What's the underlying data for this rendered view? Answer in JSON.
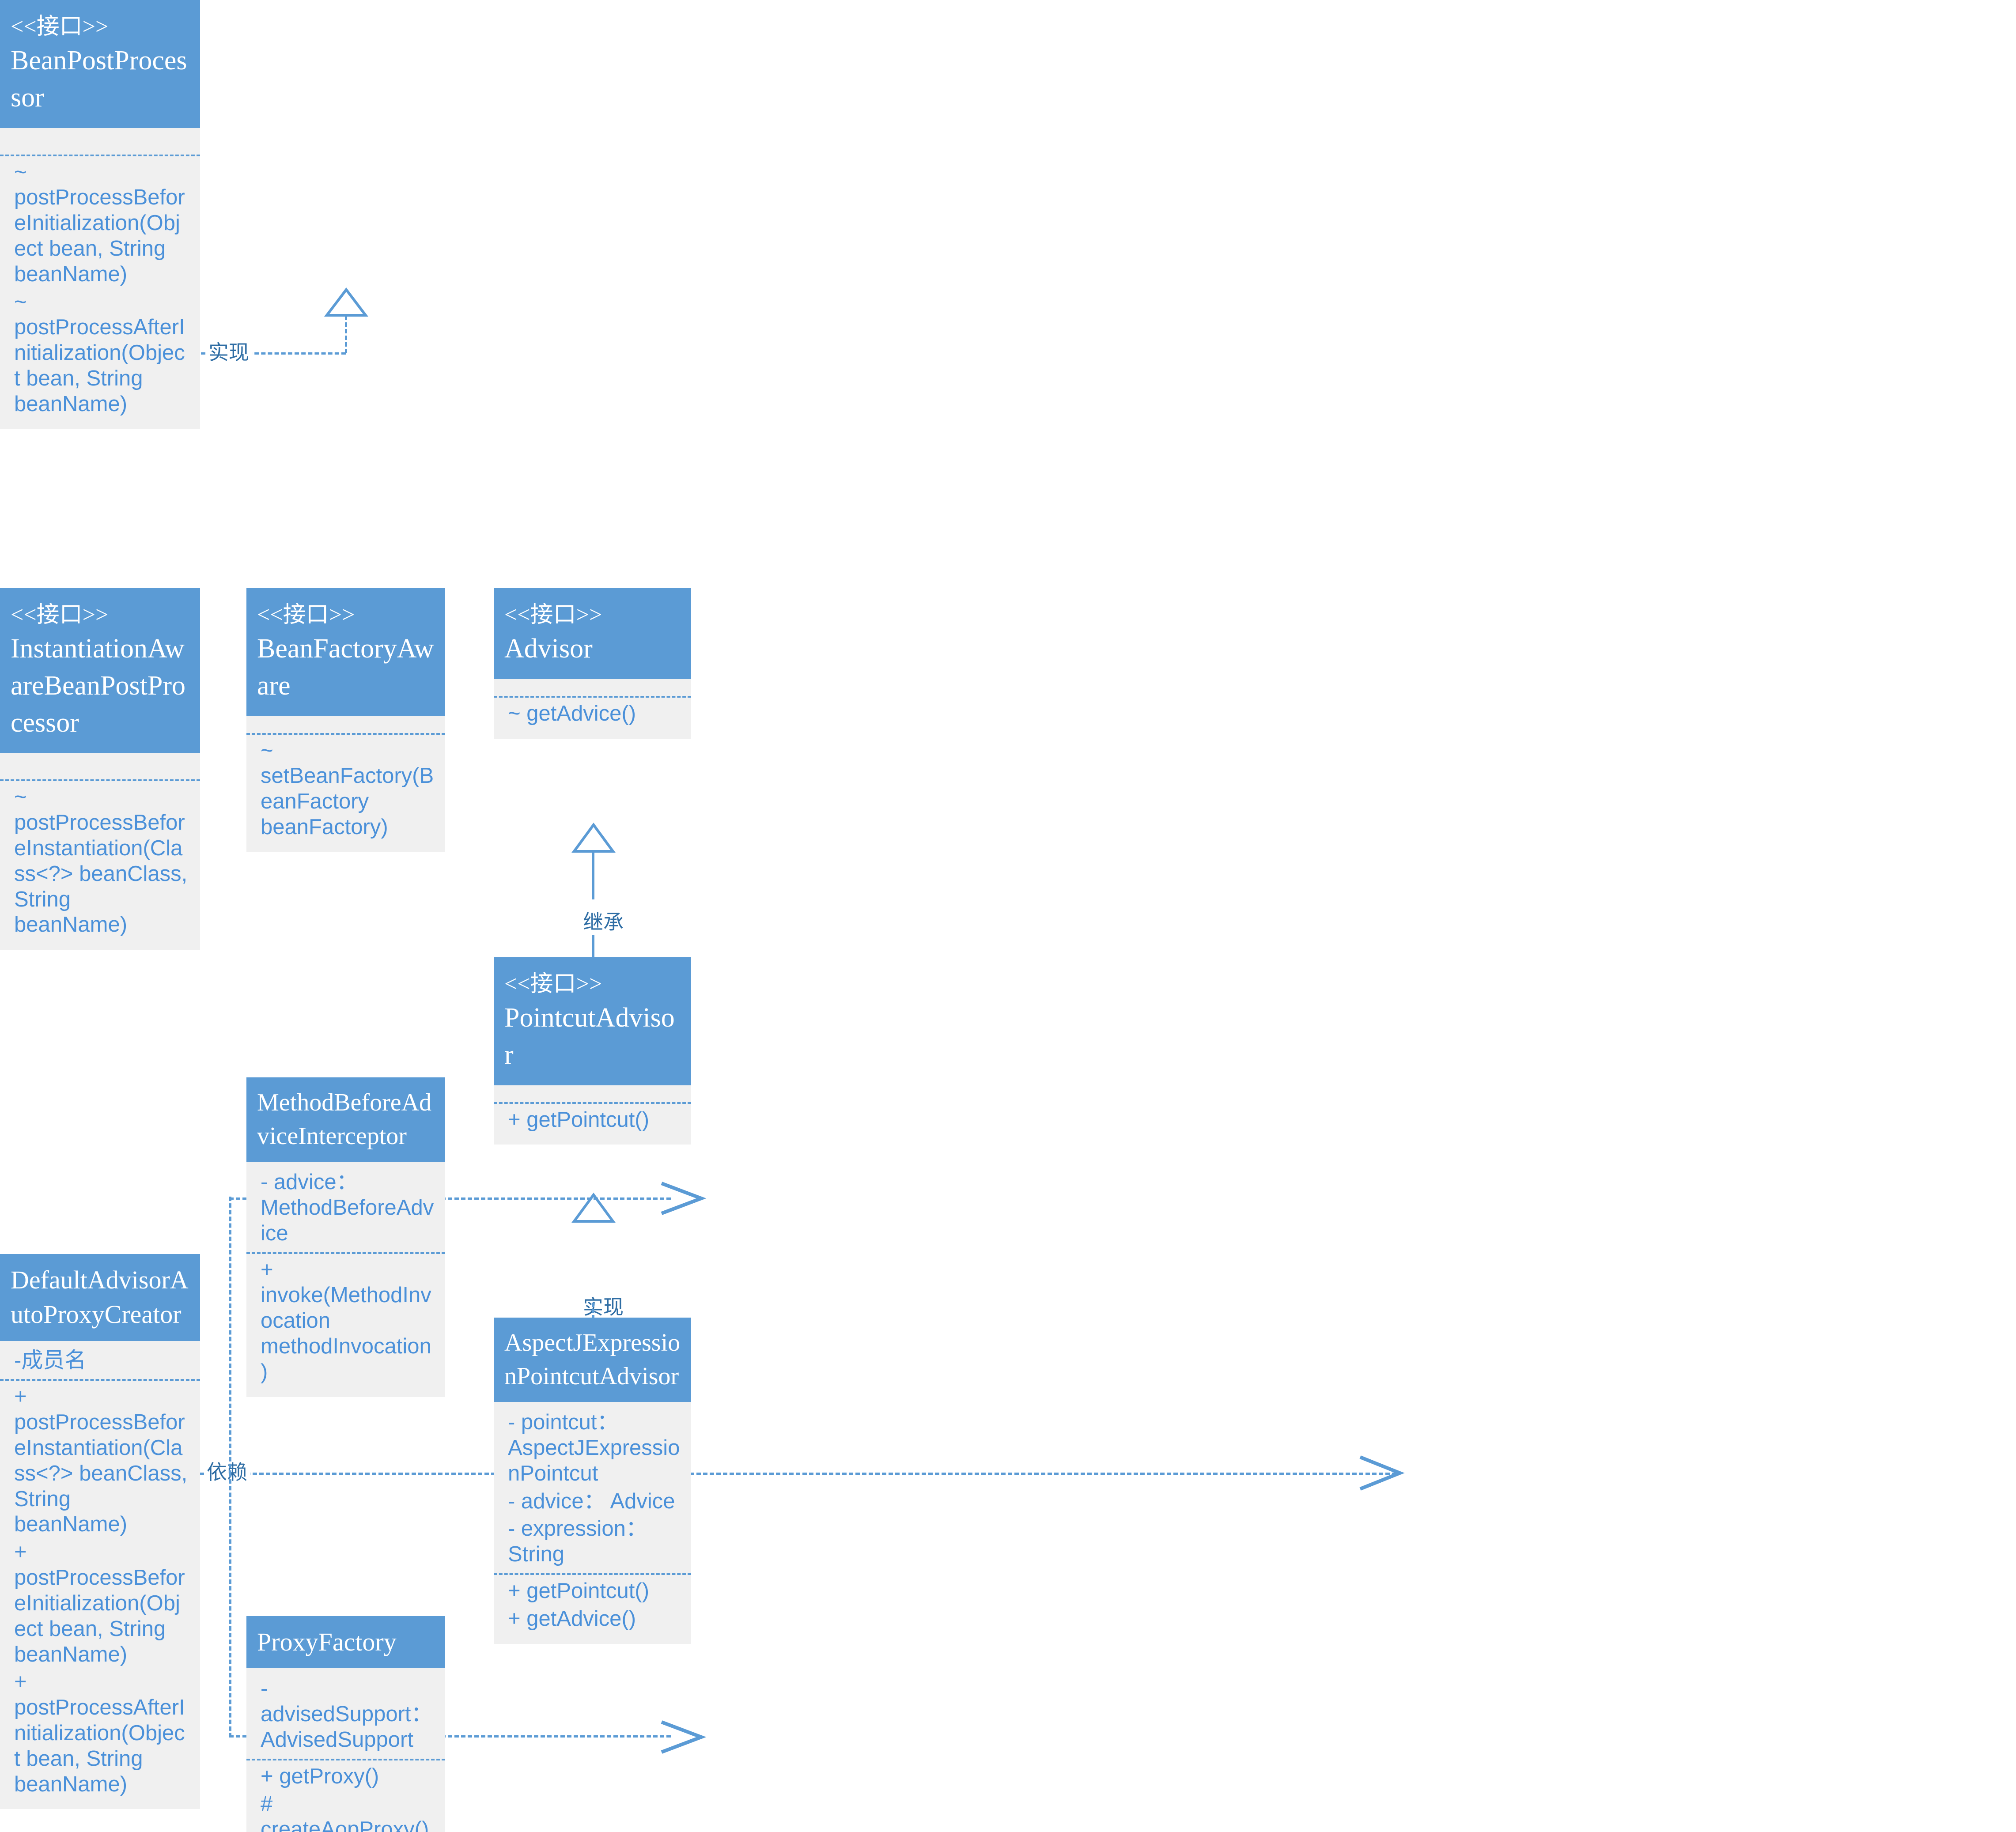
{
  "theme": {
    "header_fill": "#5B9BD5",
    "body_fill": "#F0F0F0",
    "member_text": "#4A90D9",
    "connector": "#5B9BD5",
    "label_text": "#2E6DA4",
    "canvas": "#ffffff"
  },
  "stereotype": "<<接口>>",
  "classes": {
    "bean_post_processor": {
      "stereotype": "<<接口>>",
      "name": "BeanPostProcessor",
      "methods": [
        "~ postProcessBeforeInitialization(Object bean, String beanName)",
        "~ postProcessAfterInitialization(Object bean, String beanName)"
      ]
    },
    "instantiation_aware_bean_post_processor": {
      "stereotype": "<<接口>>",
      "name": "InstantiationAwareBeanPostProcessor",
      "methods": [
        "~ postProcessBeforeInstantiation(Class<?> beanClass, String beanName)"
      ]
    },
    "bean_factory_aware": {
      "stereotype": "<<接口>>",
      "name": "BeanFactoryAware",
      "methods": [
        "~ setBeanFactory(BeanFactory beanFactory)"
      ]
    },
    "advisor": {
      "stereotype": "<<接口>>",
      "name": "Advisor",
      "methods": [
        "~ getAdvice()"
      ]
    },
    "pointcut_advisor": {
      "stereotype": "<<接口>>",
      "name": "PointcutAdvisor",
      "methods": [
        "+ getPointcut()"
      ]
    },
    "aspectj_expression_pointcut_advisor": {
      "name": "AspectJExpressionPointcutAdvisor",
      "fields": [
        "- pointcut： AspectJExpressionPointcut",
        "- advice： Advice",
        "- expression： String"
      ],
      "methods": [
        "+ getPointcut()",
        "+ getAdvice()"
      ]
    },
    "method_before_advice_interceptor": {
      "name": "MethodBeforeAdviceInterceptor",
      "fields": [
        "- advice： MethodBeforeAdvice"
      ],
      "methods": [
        "+ invoke(MethodInvocation methodInvocation)"
      ]
    },
    "default_advisor_auto_proxy_creator": {
      "name": "DefaultAdvisorAutoProxyCreator",
      "fields": [
        "-成员名"
      ],
      "methods": [
        "+ postProcessBeforeInstantiation(Class<?> beanClass, String beanName)",
        "+ postProcessBeforeInitialization(Object bean, String beanName)",
        "+ postProcessAfterInitialization(Object bean, String beanName)"
      ]
    },
    "proxy_factory": {
      "name": "ProxyFactory",
      "fields": [
        "- advisedSupport： AdvisedSupport"
      ],
      "methods": [
        "+ getProxy()",
        "# createAopProxy()"
      ]
    }
  },
  "connectors": {
    "inherit_bpp": {
      "label": "继承",
      "kind": "generalization"
    },
    "inherit_advisor": {
      "label": "继承",
      "kind": "generalization"
    },
    "realize_iabpp": {
      "label": "实现",
      "kind": "realization"
    },
    "realize_bfa": {
      "label": "实现",
      "kind": "realization"
    },
    "realize_pointcut_advisor": {
      "label": "实现",
      "kind": "realization"
    },
    "depend_advisor": {
      "label": "依赖",
      "kind": "dependency"
    }
  }
}
